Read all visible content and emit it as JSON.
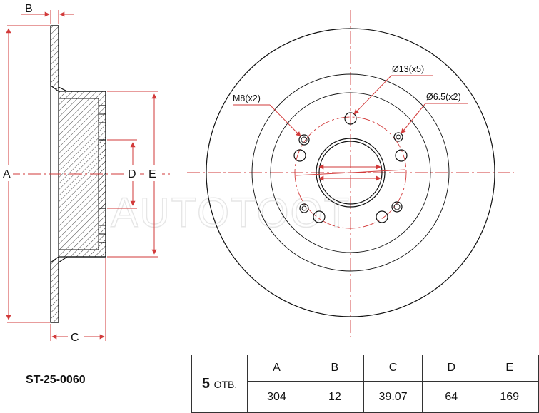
{
  "side_view": {
    "labels": {
      "a": "A",
      "b": "B",
      "c": "C",
      "d": "D",
      "e": "E"
    }
  },
  "front_view": {
    "callouts": {
      "bolt_holes": "Ø13(x5)",
      "threaded_holes": "M8(x2)",
      "locating_holes": "Ø6.5(x2)"
    },
    "watermark": "AUTOTOOT"
  },
  "part_number": "ST-25-0060",
  "spec_table": {
    "holes_count": "5",
    "holes_unit": "ОТВ.",
    "headers": [
      "A",
      "B",
      "C",
      "D",
      "E"
    ],
    "values": [
      "304",
      "12",
      "39.07",
      "64",
      "169"
    ]
  },
  "colors": {
    "dimension_lines": "#d23a3a",
    "outline": "#111111"
  }
}
